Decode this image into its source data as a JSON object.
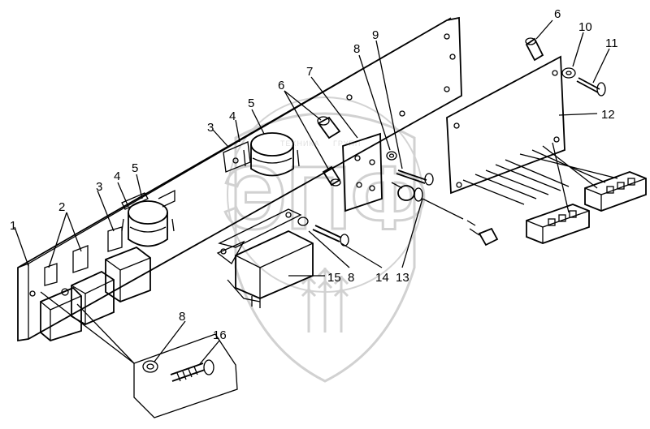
{
  "diagram": {
    "callouts": [
      "1",
      "2",
      "3",
      "4",
      "5",
      "3",
      "4",
      "5",
      "6",
      "7",
      "8",
      "9",
      "6",
      "10",
      "11",
      "12",
      "8",
      "8",
      "15",
      "14",
      "13",
      "16"
    ],
    "watermark": {
      "brand_text": "ТЕХНИКА",
      "brand_text_2": "ГРУПП",
      "letters": "ЭПФ"
    }
  }
}
